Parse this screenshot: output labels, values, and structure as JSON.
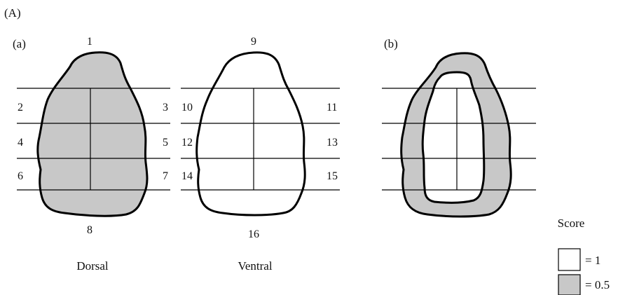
{
  "figure": {
    "panel_label": "(A)",
    "sub_a": "(a)",
    "sub_b": "(b)",
    "caption_dorsal": "Dorsal",
    "caption_ventral": "Ventral",
    "regions": [
      "1",
      "2",
      "3",
      "4",
      "5",
      "6",
      "7",
      "8",
      "9",
      "10",
      "11",
      "12",
      "13",
      "14",
      "15",
      "16"
    ]
  },
  "legend": {
    "title": "Score",
    "items": [
      {
        "label": "= 1",
        "color": "#ffffff"
      },
      {
        "label": "= 0.5",
        "color": "#c8c8c8"
      }
    ]
  },
  "colors": {
    "shaded": "#c8c8c8",
    "outline": "#000000",
    "background": "#ffffff"
  }
}
